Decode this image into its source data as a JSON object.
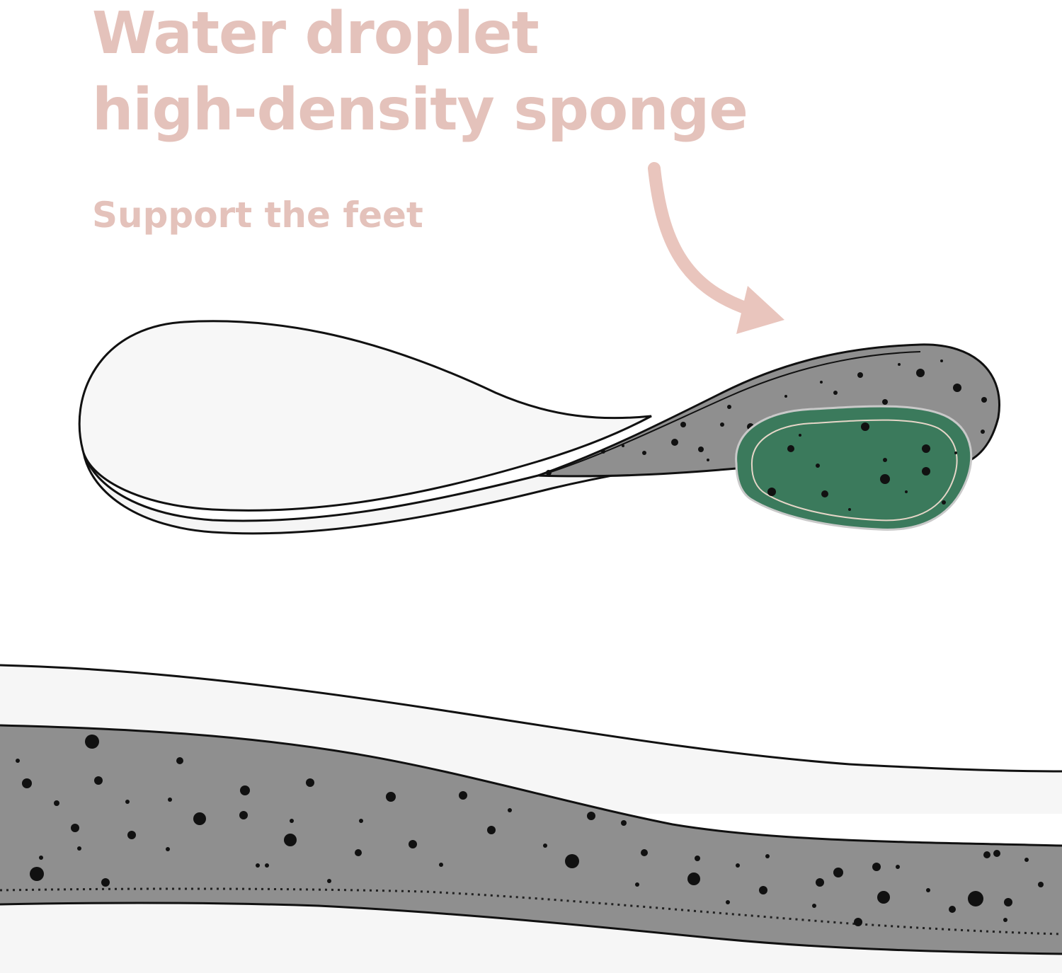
{
  "title": {
    "line1": "Water droplet",
    "line2": "high-density sponge"
  },
  "subtitle": "Support the feet",
  "colors": {
    "text": "#e4c2bb",
    "arrow": "#e9c5bd",
    "insole_top": "#f7f7f7",
    "sponge_grey": "#8f8f8f",
    "heel_pad_green": "#3b7a5c",
    "outline": "#111111"
  },
  "icons": [
    "curved-arrow-icon",
    "insole-illustration",
    "water-droplet-heel-pad",
    "sponge-cross-section"
  ]
}
